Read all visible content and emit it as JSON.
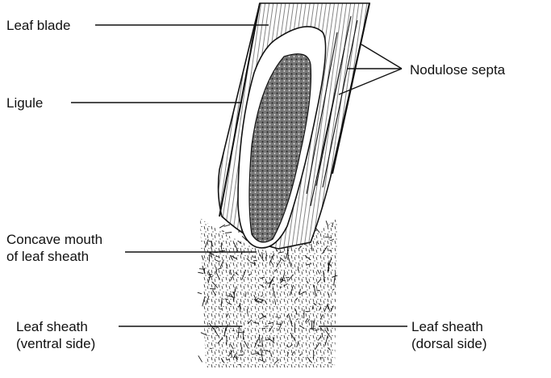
{
  "labels": {
    "leaf_blade": "Leaf blade",
    "ligule": "Ligule",
    "nodulose_septa": "Nodulose septa",
    "concave_mouth_line1": "Concave mouth",
    "concave_mouth_line2": "of leaf sheath",
    "sheath_ventral_line1": "Leaf sheath",
    "sheath_ventral_line2": "(ventral side)",
    "sheath_dorsal_line1": "Leaf sheath",
    "sheath_dorsal_line2": "(dorsal side)"
  }
}
